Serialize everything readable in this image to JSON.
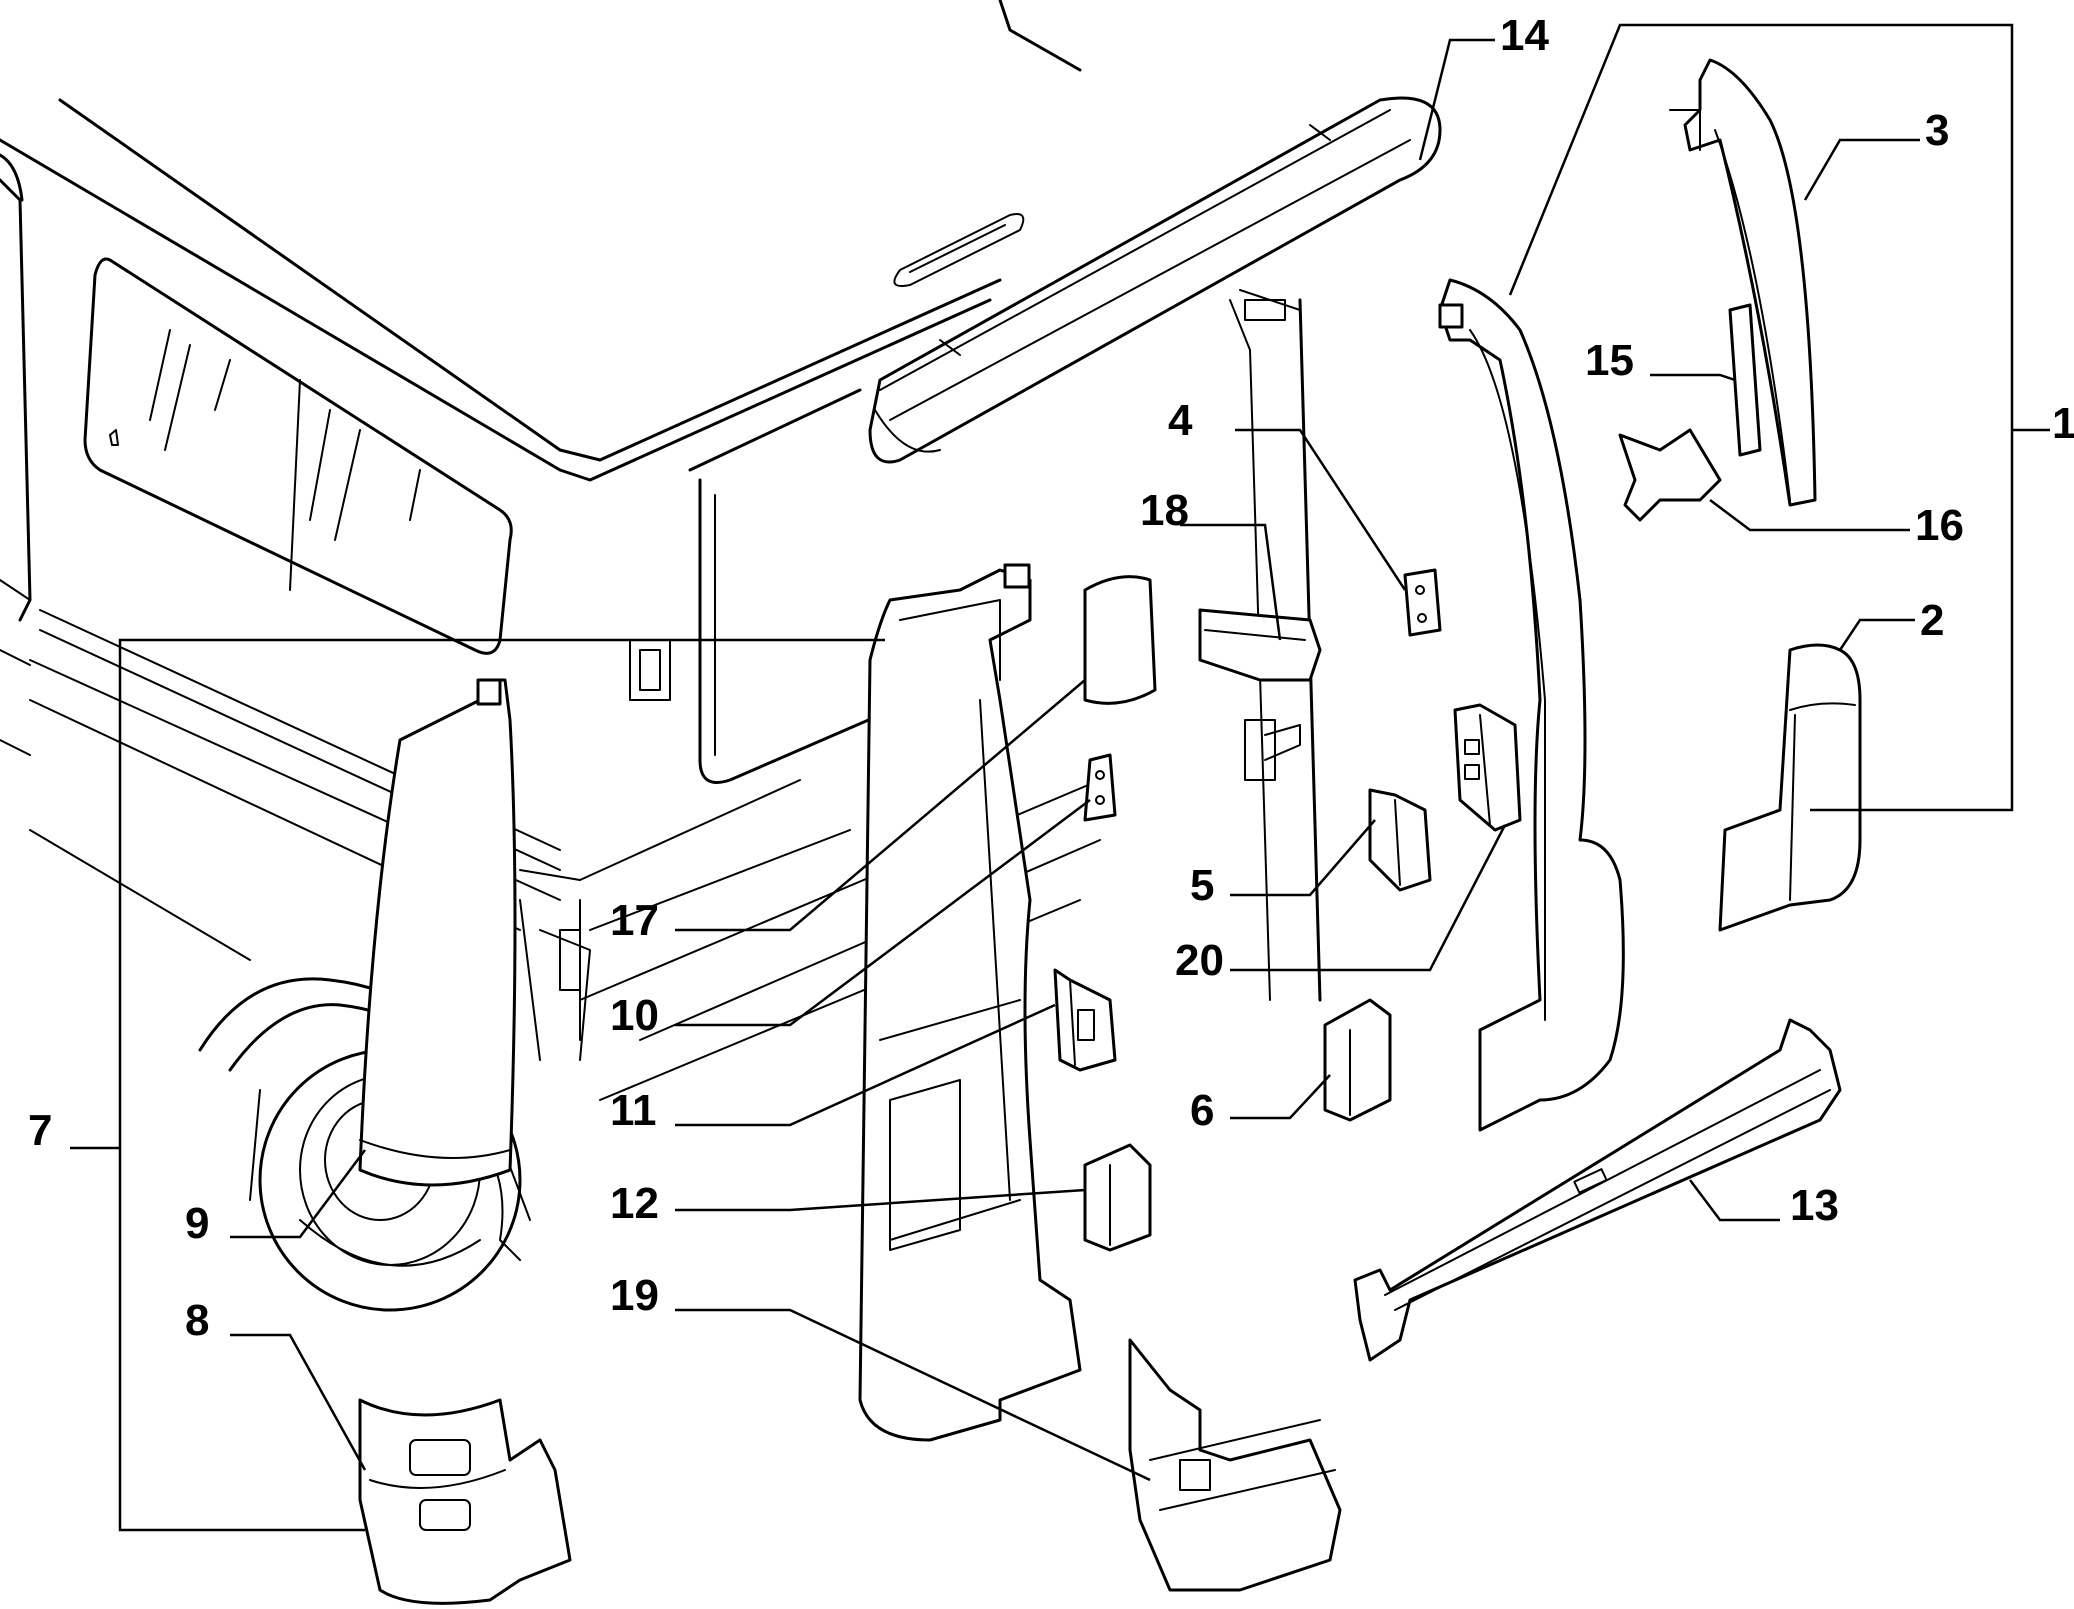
{
  "diagram": {
    "callouts": [
      {
        "id": "1",
        "label": "1"
      },
      {
        "id": "2",
        "label": "2"
      },
      {
        "id": "3",
        "label": "3"
      },
      {
        "id": "4",
        "label": "4"
      },
      {
        "id": "5",
        "label": "5"
      },
      {
        "id": "6",
        "label": "6"
      },
      {
        "id": "7",
        "label": "7"
      },
      {
        "id": "8",
        "label": "8"
      },
      {
        "id": "9",
        "label": "9"
      },
      {
        "id": "10",
        "label": "10"
      },
      {
        "id": "11",
        "label": "11"
      },
      {
        "id": "12",
        "label": "12"
      },
      {
        "id": "13",
        "label": "13"
      },
      {
        "id": "14",
        "label": "14"
      },
      {
        "id": "15",
        "label": "15"
      },
      {
        "id": "16",
        "label": "16"
      },
      {
        "id": "17",
        "label": "17"
      },
      {
        "id": "18",
        "label": "18"
      },
      {
        "id": "19",
        "label": "19"
      },
      {
        "id": "20",
        "label": "20"
      }
    ],
    "colors": {
      "ink": "#000000",
      "paper": "#ffffff"
    }
  }
}
